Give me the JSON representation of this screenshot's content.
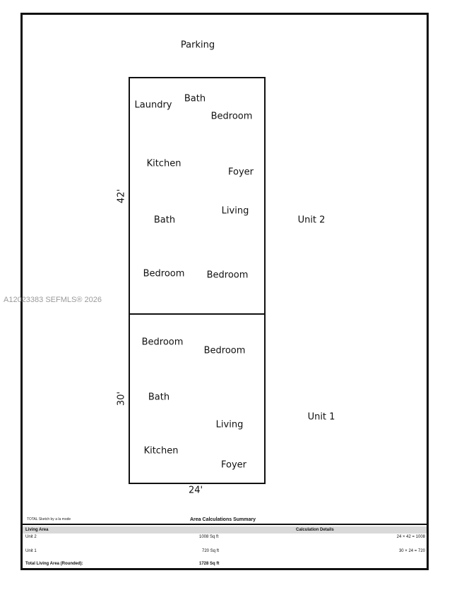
{
  "sketch": {
    "parking_label": "Parking",
    "unit2": {
      "label": "Unit 2",
      "rooms": [
        "Laundry",
        "Bath",
        "Bedroom",
        "Kitchen",
        "Foyer",
        "Living",
        "Bath",
        "Bedroom",
        "Bedroom"
      ],
      "side_dimension": "42'"
    },
    "unit1": {
      "label": "Unit 1",
      "rooms": [
        "Bedroom",
        "Bedroom",
        "Bath",
        "Living",
        "Kitchen",
        "Foyer"
      ],
      "side_dimension": "30'",
      "bottom_dimension": "24'"
    }
  },
  "watermark": "A12023383 SEFMLS® 2026",
  "credit": "TOTAL Sketch by a la mode",
  "summary": {
    "title": "Area Calculations Summary",
    "header_left": "Living Area",
    "header_right": "Calculation Details",
    "rows": [
      {
        "name": "Unit 2",
        "area": "1008 Sq ft",
        "calc": "24 × 42 = 1008"
      },
      {
        "name": "Unit 1",
        "area": "720 Sq ft",
        "calc": "30 × 24 = 720"
      }
    ],
    "total_label": "Total Living Area (Rounded):",
    "total_value": "1728 Sq ft"
  }
}
